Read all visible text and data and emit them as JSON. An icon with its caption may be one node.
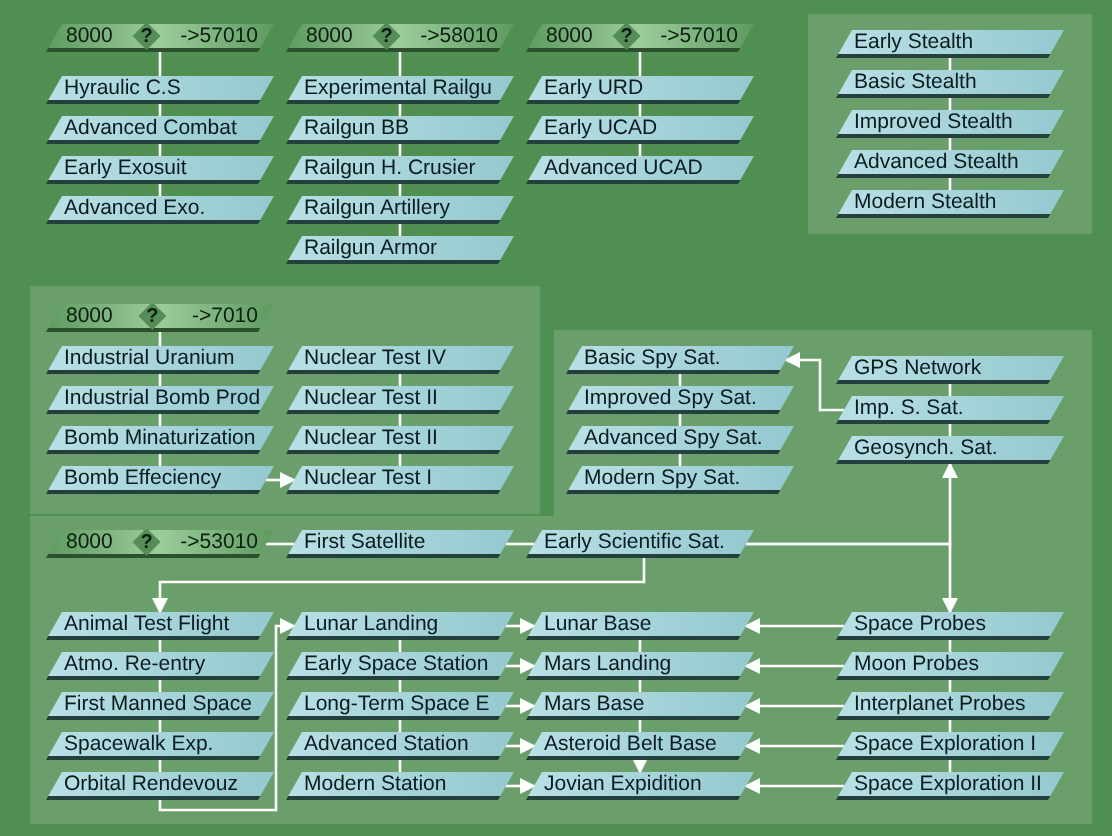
{
  "diagram": {
    "nodes": [
      {
        "text": [
          "8000",
          "?",
          "->57010"
        ]
      },
      {
        "text": [
          "Hyraulic C.S"
        ]
      },
      {
        "text": [
          "Advanced Combat"
        ]
      },
      {
        "text": [
          "Early Exosuit"
        ]
      },
      {
        "text": [
          "Advanced Exo."
        ]
      },
      {
        "text": [
          "8000",
          "?",
          "->58010"
        ]
      },
      {
        "text": [
          "Experimental Railgu"
        ]
      },
      {
        "text": [
          "Railgun BB"
        ]
      },
      {
        "text": [
          "Railgun H. Crusier"
        ]
      },
      {
        "text": [
          "Railgun Artillery"
        ]
      },
      {
        "text": [
          "Railgun Armor"
        ]
      },
      {
        "text": [
          "8000",
          "?",
          "->57010"
        ]
      },
      {
        "text": [
          "Early URD"
        ]
      },
      {
        "text": [
          "Early UCAD"
        ]
      },
      {
        "text": [
          "Advanced UCAD"
        ]
      },
      {
        "text": [
          "Early Stealth"
        ]
      },
      {
        "text": [
          "Basic Stealth"
        ]
      },
      {
        "text": [
          "Improved Stealth"
        ]
      },
      {
        "text": [
          "Advanced Stealth"
        ]
      },
      {
        "text": [
          "Modern Stealth"
        ]
      },
      {
        "text": [
          "8000",
          "?",
          "->7010"
        ]
      },
      {
        "text": [
          "Industrial Uranium"
        ]
      },
      {
        "text": [
          "Industrial Bomb Prod"
        ]
      },
      {
        "text": [
          "Bomb Minaturization"
        ]
      },
      {
        "text": [
          "Bomb Effeciency"
        ]
      },
      {
        "text": [
          "Nuclear Test IV"
        ]
      },
      {
        "text": [
          "Nuclear Test II"
        ]
      },
      {
        "text": [
          "Nuclear Test II"
        ]
      },
      {
        "text": [
          "Nuclear Test I"
        ]
      },
      {
        "text": [
          "Basic Spy Sat."
        ]
      },
      {
        "text": [
          "Improved Spy Sat."
        ]
      },
      {
        "text": [
          "Advanced Spy Sat."
        ]
      },
      {
        "text": [
          "Modern Spy Sat."
        ]
      },
      {
        "text": [
          "GPS Network"
        ]
      },
      {
        "text": [
          "Imp. S. Sat."
        ]
      },
      {
        "text": [
          "Geosynch. Sat."
        ]
      },
      {
        "text": [
          "8000",
          "?",
          "->53010"
        ]
      },
      {
        "text": [
          "First Satellite"
        ]
      },
      {
        "text": [
          "Early Scientific Sat."
        ]
      },
      {
        "text": [
          "Animal Test Flight"
        ]
      },
      {
        "text": [
          "Atmo. Re-entry"
        ]
      },
      {
        "text": [
          "First Manned Space"
        ]
      },
      {
        "text": [
          "Spacewalk Exp."
        ]
      },
      {
        "text": [
          "Orbital Rendevouz"
        ]
      },
      {
        "text": [
          "Lunar Landing"
        ]
      },
      {
        "text": [
          "Early Space Station"
        ]
      },
      {
        "text": [
          "Long-Term Space E"
        ]
      },
      {
        "text": [
          "Advanced Station"
        ]
      },
      {
        "text": [
          "Modern Station"
        ]
      },
      {
        "text": [
          "Lunar Base"
        ]
      },
      {
        "text": [
          "Mars Landing"
        ]
      },
      {
        "text": [
          "Mars Base"
        ]
      },
      {
        "text": [
          "Asteroid Belt Base"
        ]
      },
      {
        "text": [
          "Jovian Expidition"
        ]
      },
      {
        "text": [
          "Space Probes"
        ]
      },
      {
        "text": [
          "Moon Probes"
        ]
      },
      {
        "text": [
          "Interplanet Probes"
        ]
      },
      {
        "text": [
          "Space Exploration I"
        ]
      },
      {
        "text": [
          "Space Exploration II"
        ]
      }
    ],
    "edges": [
      {
        "from": 0,
        "to": 1,
        "arrow": "none"
      },
      {
        "from": 1,
        "to": 2,
        "arrow": "none"
      },
      {
        "from": 2,
        "to": 3,
        "arrow": "none"
      },
      {
        "from": 3,
        "to": 4,
        "arrow": "none"
      },
      {
        "from": 5,
        "to": 6,
        "arrow": "none"
      },
      {
        "from": 6,
        "to": 7,
        "arrow": "none"
      },
      {
        "from": 7,
        "to": 8,
        "arrow": "none"
      },
      {
        "from": 8,
        "to": 9,
        "arrow": "none"
      },
      {
        "from": 9,
        "to": 10,
        "arrow": "none"
      },
      {
        "from": 11,
        "to": 12,
        "arrow": "none"
      },
      {
        "from": 12,
        "to": 13,
        "arrow": "none"
      },
      {
        "from": 13,
        "to": 14,
        "arrow": "none"
      },
      {
        "from": 15,
        "to": 16,
        "arrow": "none"
      },
      {
        "from": 16,
        "to": 17,
        "arrow": "none"
      },
      {
        "from": 17,
        "to": 18,
        "arrow": "none"
      },
      {
        "from": 18,
        "to": 19,
        "arrow": "none"
      },
      {
        "from": 20,
        "to": 21,
        "arrow": "none"
      },
      {
        "from": 21,
        "to": 22,
        "arrow": "none"
      },
      {
        "from": 22,
        "to": 23,
        "arrow": "none"
      },
      {
        "from": 23,
        "to": 24,
        "arrow": "none"
      },
      {
        "from": 25,
        "to": 26,
        "arrow": "none"
      },
      {
        "from": 26,
        "to": 27,
        "arrow": "none"
      },
      {
        "from": 27,
        "to": 28,
        "arrow": "none"
      },
      {
        "from": 24,
        "to": 28,
        "arrow": "to"
      },
      {
        "from": 29,
        "to": 30,
        "arrow": "none"
      },
      {
        "from": 30,
        "to": 31,
        "arrow": "none"
      },
      {
        "from": 31,
        "to": 32,
        "arrow": "none"
      },
      {
        "from": 33,
        "to": 34,
        "arrow": "none"
      },
      {
        "from": 34,
        "to": 35,
        "arrow": "none"
      },
      {
        "from": 34,
        "to": 29,
        "arrow": "to"
      },
      {
        "from": 36,
        "to": 37,
        "arrow": "none"
      },
      {
        "from": 37,
        "to": 38,
        "arrow": "none"
      },
      {
        "from": 38,
        "to": 35,
        "arrow": "to"
      },
      {
        "from": 38,
        "to": 54,
        "arrow": "to"
      },
      {
        "from": 38,
        "to": 39,
        "arrow": "to"
      },
      {
        "from": 39,
        "to": 40,
        "arrow": "none"
      },
      {
        "from": 40,
        "to": 41,
        "arrow": "none"
      },
      {
        "from": 41,
        "to": 42,
        "arrow": "none"
      },
      {
        "from": 42,
        "to": 43,
        "arrow": "none"
      },
      {
        "from": 43,
        "to": 44,
        "arrow": "to"
      },
      {
        "from": 44,
        "to": 45,
        "arrow": "none"
      },
      {
        "from": 45,
        "to": 46,
        "arrow": "none"
      },
      {
        "from": 46,
        "to": 47,
        "arrow": "none"
      },
      {
        "from": 47,
        "to": 48,
        "arrow": "none"
      },
      {
        "from": 49,
        "to": 50,
        "arrow": "none"
      },
      {
        "from": 50,
        "to": 51,
        "arrow": "none"
      },
      {
        "from": 51,
        "to": 52,
        "arrow": "none"
      },
      {
        "from": 52,
        "to": 53,
        "arrow": "to"
      },
      {
        "from": 44,
        "to": 49,
        "arrow": "to"
      },
      {
        "from": 45,
        "to": 50,
        "arrow": "to"
      },
      {
        "from": 46,
        "to": 51,
        "arrow": "to"
      },
      {
        "from": 47,
        "to": 52,
        "arrow": "to"
      },
      {
        "from": 48,
        "to": 53,
        "arrow": "to"
      },
      {
        "from": 54,
        "to": 49,
        "arrow": "to"
      },
      {
        "from": 55,
        "to": 50,
        "arrow": "to"
      },
      {
        "from": 56,
        "to": 51,
        "arrow": "to"
      },
      {
        "from": 57,
        "to": 52,
        "arrow": "to"
      },
      {
        "from": 58,
        "to": 53,
        "arrow": "to"
      },
      {
        "from": 54,
        "to": 55,
        "arrow": "none"
      },
      {
        "from": 55,
        "to": 56,
        "arrow": "none"
      },
      {
        "from": 56,
        "to": 57,
        "arrow": "none"
      },
      {
        "from": 57,
        "to": 58,
        "arrow": "none"
      }
    ]
  }
}
